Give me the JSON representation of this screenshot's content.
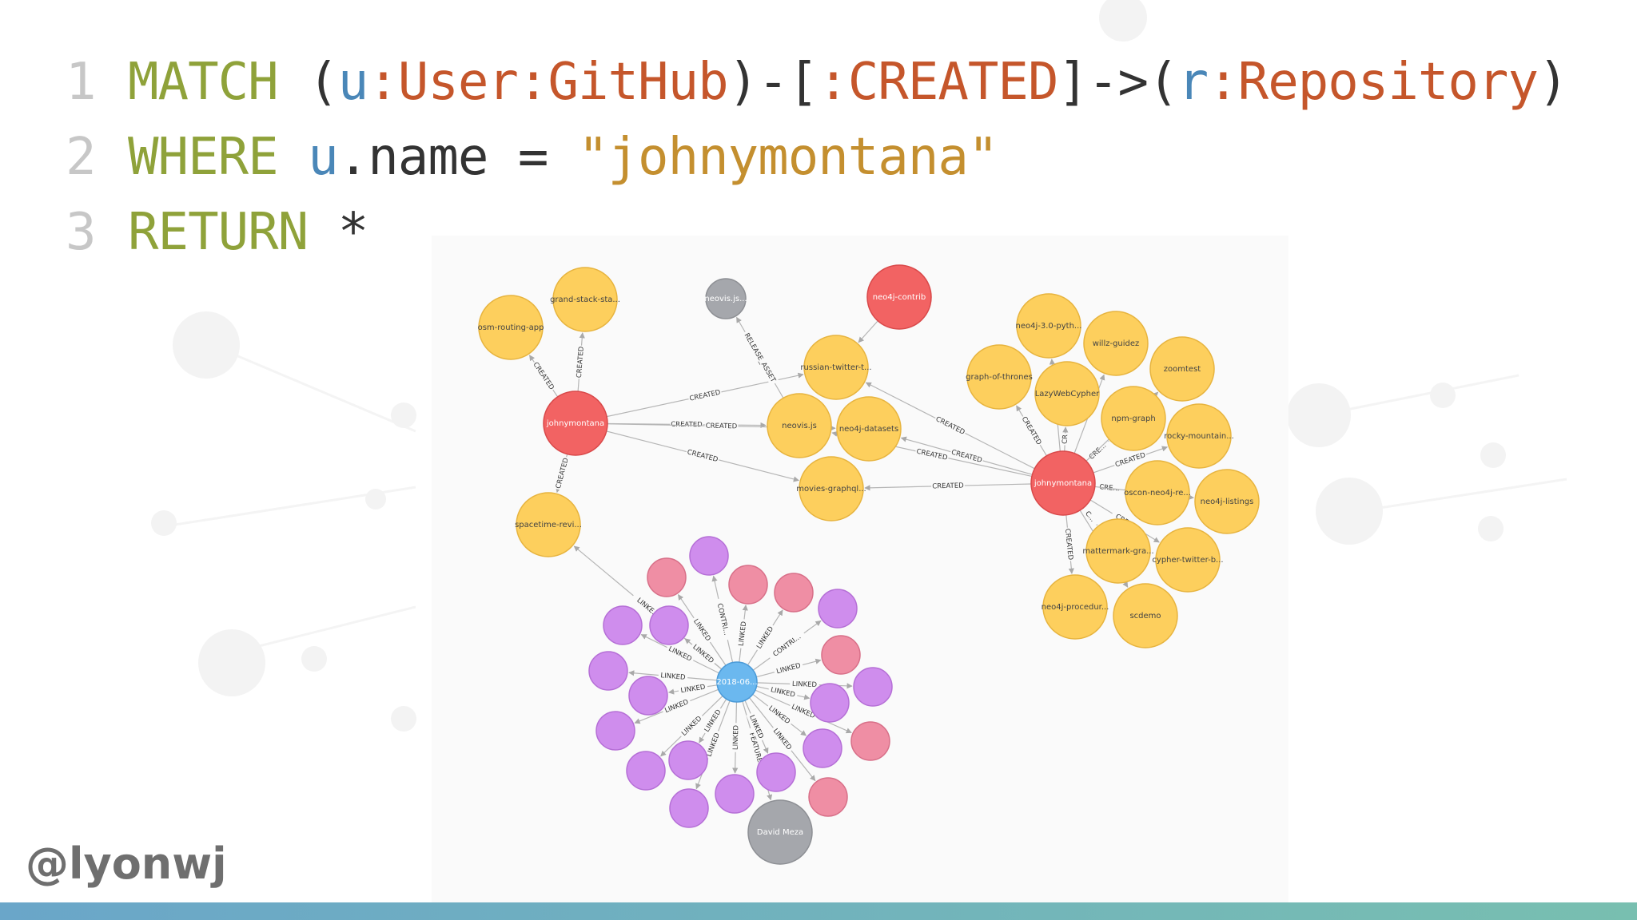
{
  "code": {
    "lines": [
      {
        "num": "1",
        "kw": "MATCH",
        "p1": " (",
        "v1": "u",
        "l1": ":User:GitHub",
        "p2": ")-[",
        "l2": ":CREATED",
        "p3": "]->(",
        "v2": "r",
        "l3": ":Repository",
        "p4": ")"
      },
      {
        "num": "2",
        "kw": "WHERE",
        "sp": " ",
        "v1": "u",
        "rest": ".name = ",
        "str": "\"johnymontana\""
      },
      {
        "num": "3",
        "kw": "RETURN",
        "rest": " *"
      }
    ]
  },
  "handle": "@lyonwj",
  "colors": {
    "repo": "#fdcf5d",
    "user": "#f26363",
    "gray": "#a5a7ac",
    "tweet": "#cf8ded",
    "link": "#ef8ea4",
    "meetup": "#6bb8ef",
    "bar_start": "#6aa6c9",
    "bar_end": "#78bfb0"
  },
  "graph": {
    "nodes": [
      {
        "id": "u1",
        "label": "johnymontana",
        "kind": "user"
      },
      {
        "id": "u2",
        "label": "johnymontana",
        "kind": "user"
      },
      {
        "id": "nc",
        "label": "neo4j-contrib",
        "kind": "user"
      },
      {
        "id": "vz",
        "label": "neovis.js...",
        "kind": "gray"
      },
      {
        "id": "dm",
        "label": "David Meza",
        "kind": "gray"
      },
      {
        "id": "ev",
        "label": "2018-06...",
        "kind": "meetup"
      },
      {
        "id": "osm",
        "label": "osm-routing-app",
        "kind": "repo"
      },
      {
        "id": "gs",
        "label": "grand-stack-sta...",
        "kind": "repo"
      },
      {
        "id": "st",
        "label": "spacetime-revi...",
        "kind": "repo"
      },
      {
        "id": "rt",
        "label": "russian-twitter-t...",
        "kind": "repo"
      },
      {
        "id": "nv",
        "label": "neovis.js",
        "kind": "repo"
      },
      {
        "id": "nd",
        "label": "neo4j-datasets",
        "kind": "repo"
      },
      {
        "id": "mg",
        "label": "movies-graphql...",
        "kind": "repo"
      },
      {
        "id": "np",
        "label": "neo4j-3.0-pyth...",
        "kind": "repo"
      },
      {
        "id": "wg",
        "label": "willz-guidez",
        "kind": "repo"
      },
      {
        "id": "zt",
        "label": "zoomtest",
        "kind": "repo"
      },
      {
        "id": "got",
        "label": "graph-of-thrones",
        "kind": "repo"
      },
      {
        "id": "lwc",
        "label": "LazyWebCypher",
        "kind": "repo"
      },
      {
        "id": "npm",
        "label": "npm-graph",
        "kind": "repo"
      },
      {
        "id": "rm",
        "label": "rocky-mountain...",
        "kind": "repo"
      },
      {
        "id": "osc",
        "label": "oscon-neo4j-re...",
        "kind": "repo"
      },
      {
        "id": "nl",
        "label": "neo4j-listings",
        "kind": "repo"
      },
      {
        "id": "mm",
        "label": "mattermark-gra...",
        "kind": "repo"
      },
      {
        "id": "ctb",
        "label": "cypher-twitter-b...",
        "kind": "repo"
      },
      {
        "id": "npr",
        "label": "neo4j-procedur...",
        "kind": "repo"
      },
      {
        "id": "sc",
        "label": "scdemo",
        "kind": "repo"
      }
    ],
    "edges": [
      {
        "from": "u1",
        "to": "osm",
        "label": "CREATED"
      },
      {
        "from": "u1",
        "to": "gs",
        "label": "CREATED"
      },
      {
        "from": "u1",
        "to": "st",
        "label": "CREATED"
      },
      {
        "from": "u1",
        "to": "rt",
        "label": "CREATED"
      },
      {
        "from": "u1",
        "to": "nv",
        "label": "CREATED"
      },
      {
        "from": "u1",
        "to": "nd",
        "label": "CREATED"
      },
      {
        "from": "u1",
        "to": "mg",
        "label": "CREATED"
      },
      {
        "from": "nv",
        "to": "vz",
        "label": "RELEASE_ASSET"
      },
      {
        "from": "nc",
        "to": "rt",
        "label": ""
      },
      {
        "from": "u2",
        "to": "rt",
        "label": "CREATED"
      },
      {
        "from": "u2",
        "to": "nd",
        "label": "CREATED"
      },
      {
        "from": "u2",
        "to": "nv",
        "label": "CREATED"
      },
      {
        "from": "u2",
        "to": "mg",
        "label": "CREATED"
      },
      {
        "from": "u2",
        "to": "got",
        "label": "CREATED"
      },
      {
        "from": "u2",
        "to": "np",
        "label": "CR..."
      },
      {
        "from": "u2",
        "to": "lwc",
        "label": "CR"
      },
      {
        "from": "u2",
        "to": "wg",
        "label": ""
      },
      {
        "from": "u2",
        "to": "npm",
        "label": "CRE..."
      },
      {
        "from": "u2",
        "to": "zt",
        "label": ""
      },
      {
        "from": "u2",
        "to": "rm",
        "label": "CREATED"
      },
      {
        "from": "u2",
        "to": "osc",
        "label": "CRE..."
      },
      {
        "from": "u2",
        "to": "nl",
        "label": ""
      },
      {
        "from": "u2",
        "to": "mm",
        "label": "C..."
      },
      {
        "from": "u2",
        "to": "ctb",
        "label": "CRE..."
      },
      {
        "from": "u2",
        "to": "npr",
        "label": "CREATED"
      },
      {
        "from": "u2",
        "to": "sc",
        "label": ""
      },
      {
        "from": "ev",
        "to": "st",
        "label": "LINKE..."
      },
      {
        "from": "ev",
        "to": "dm",
        "label": "FEATURE..."
      }
    ],
    "cluster_edge_labels": [
      "CONTRI...",
      "LINKED",
      "LINKED",
      "LINKED",
      "CONTRI...",
      "LINKED",
      "LINKED",
      "LINKED",
      "LINKED",
      "LINKED",
      "LINKED",
      "LINKED",
      "LINKED",
      "LINKED",
      "LINKED",
      "LINKED",
      "LINKED",
      "LINKED",
      "LINKED",
      "LINKED",
      "LINKED",
      "CON..."
    ]
  }
}
